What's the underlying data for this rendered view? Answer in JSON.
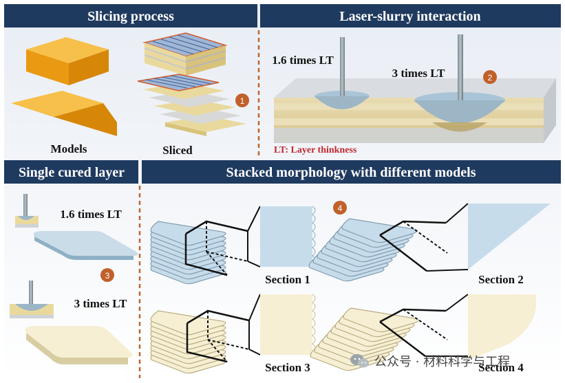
{
  "panels": {
    "slicing": {
      "title": "Slicing process",
      "label_models": "Models",
      "label_sliced": "Sliced",
      "badge": "1"
    },
    "laser": {
      "title": "Laser-slurry interaction",
      "label_left": "1.6 times LT",
      "label_right": "3 times LT",
      "note": "LT: Layer thinkness",
      "badge": "2"
    },
    "single": {
      "title": "Single cured layer",
      "label_top": "1.6 times LT",
      "label_bottom": "3 times LT",
      "badge": "3"
    },
    "stacked": {
      "title": "Stacked morphology with different models",
      "badge": "4",
      "sections": [
        "Section 1",
        "Section 2",
        "Section 3",
        "Section 4"
      ]
    }
  },
  "watermark": "公众号 · 材料科学与工程",
  "colors": {
    "header": "#1f3a5f",
    "divider": "#c0652b",
    "badge": "#c0602a",
    "orange": "#f0a318",
    "blue_layer": "#b9d3e3",
    "cream": "#f3ecd2",
    "note": "#c0272d"
  }
}
